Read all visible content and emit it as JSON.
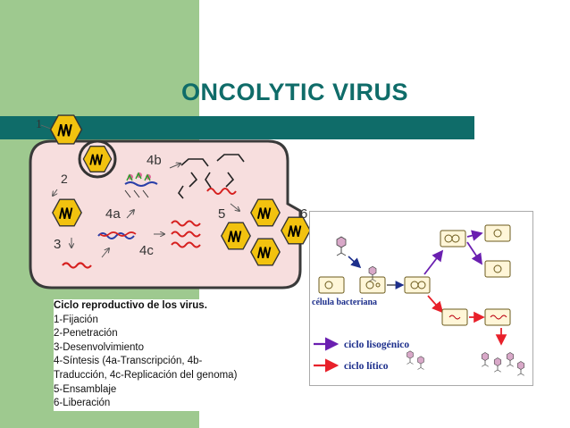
{
  "title": "ONCOLYTIC VIRUS",
  "labels": {
    "step1": "1",
    "step2": "2",
    "step3": "3",
    "step4a": "4a",
    "step4b": "4b",
    "step4c": "4c",
    "step5": "5",
    "step6": "6"
  },
  "caption": {
    "heading": "Ciclo reproductivo de los virus.",
    "lines": [
      "1-Fijación",
      "2-Penetración",
      "3-Desenvolvimiento",
      "4-Síntesis (4a-Transcripción, 4b-",
      "Traducción, 4c-Replicación del genoma)",
      "5-Ensamblaje",
      "6-Liberación"
    ]
  },
  "cycle_diagram": {
    "cell_label": "célula bacteriana",
    "legend_lysogenic": "ciclo lisogénico",
    "legend_lytic": "ciclo lítico"
  },
  "colors": {
    "theme_green": "#9ec98f",
    "title_teal": "#0f6c69",
    "cell_fill": "#f7dede",
    "virus_yellow": "#f2c20f",
    "lysogenic_arrow": "#6a1fb0",
    "lytic_arrow": "#e8202a",
    "legend_text": "#1d2f8c"
  }
}
